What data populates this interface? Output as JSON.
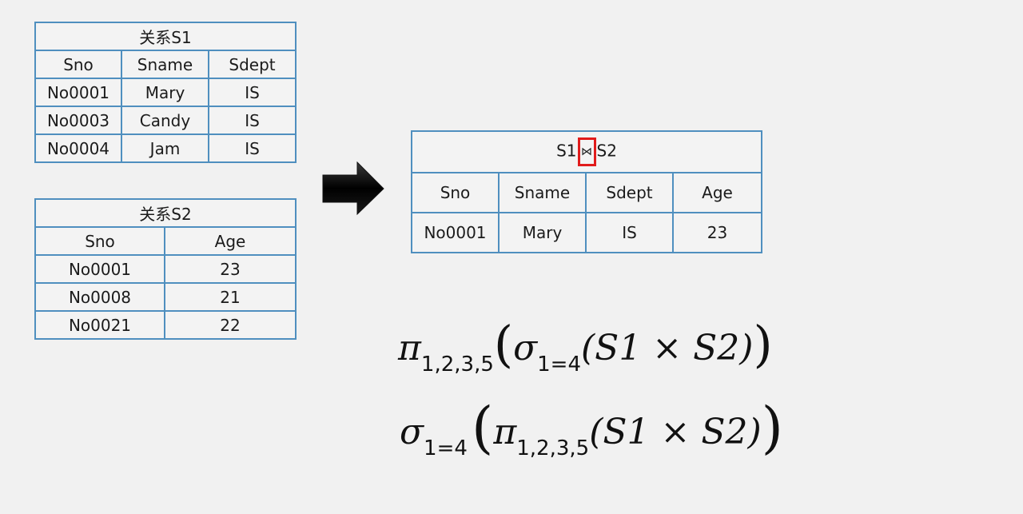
{
  "s1": {
    "title": "关系S1",
    "headers": [
      "Sno",
      "Sname",
      "Sdept"
    ],
    "rows": [
      [
        "No0001",
        "Mary",
        "IS"
      ],
      [
        "No0003",
        "Candy",
        "IS"
      ],
      [
        "No0004",
        "Jam",
        "IS"
      ]
    ]
  },
  "s2": {
    "title": "关系S2",
    "headers": [
      "Sno",
      "Age"
    ],
    "rows": [
      [
        "No0001",
        "23"
      ],
      [
        "No0008",
        "21"
      ],
      [
        "No0021",
        "22"
      ]
    ]
  },
  "result": {
    "title_left": "S1",
    "join_symbol": "⋈",
    "title_right": "S2",
    "headers": [
      "Sno",
      "Sname",
      "Sdept",
      "Age"
    ],
    "rows": [
      [
        "No0001",
        "Mary",
        "IS",
        "23"
      ]
    ]
  },
  "formula1": {
    "pi": "π",
    "pi_sub": "1,2,3,5",
    "lparen_outer": "(",
    "sigma": "σ",
    "sigma_sub": "1=4",
    "inner": "(S1 × S2)",
    "rparen_outer": ")"
  },
  "formula2": {
    "sigma": "σ",
    "sigma_sub": "1=4",
    "lparen_outer": "(",
    "pi": "π",
    "pi_sub": "1,2,3,5",
    "inner": "(S1 × S2)",
    "rparen_outer": ")"
  },
  "colors": {
    "border": "#4f8fbf",
    "highlight": "#e11b1b",
    "arrow": "#000000"
  },
  "icons": {
    "arrow": "right-arrow-icon"
  }
}
